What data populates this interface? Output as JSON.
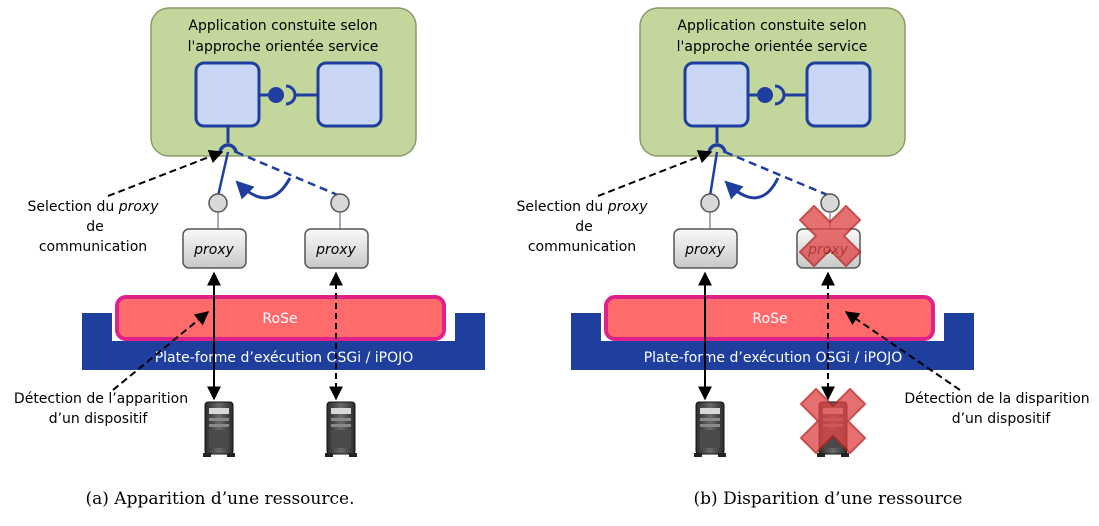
{
  "panel_a": {
    "app_title_line1": "Application constuite selon",
    "app_title_line2": "l'approche orientée service",
    "proxy_left": "proxy",
    "proxy_right": "proxy",
    "rose_label": "RoSe",
    "platform_label": "Plate-forme d’exécution OSGi / iPOJO",
    "selection_line1_prefix": "Selection du",
    "selection_line1_emph": "proxy",
    "selection_line2": "de",
    "selection_line3": "communication",
    "detection_line1": "Détection de l’apparition",
    "detection_line2": "d’un dispositif",
    "caption": "(a) Apparition d’une ressource."
  },
  "panel_b": {
    "app_title_line1": "Application constuite selon",
    "app_title_line2": "l'approche orientée service",
    "proxy_left": "proxy",
    "proxy_right": "proxy",
    "rose_label": "RoSe",
    "platform_label": "Plate-forme d’exécution OSGi / iPOJO",
    "selection_line1_prefix": "Selection du",
    "selection_line1_emph": "proxy",
    "selection_line2": "de",
    "selection_line3": "communication",
    "detection_line1": "Détection de la disparition",
    "detection_line2": "d’un dispositif",
    "caption": "(b) Disparition d’une ressource"
  },
  "colors": {
    "app_fill": "#c3d69b",
    "app_stroke": "#8a9a68",
    "component_fill": "#c9d6f5",
    "component_stroke": "#1f3fa0",
    "rose_fill": "#ff6b6b",
    "rose_stroke": "#e0218a",
    "platform_fill": "#1f3f9e",
    "cross_fill": "#e04848"
  }
}
